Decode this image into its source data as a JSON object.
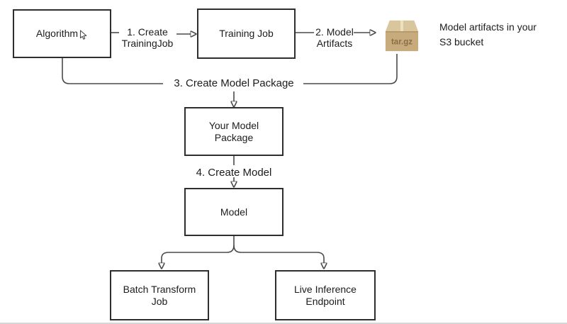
{
  "diagram": {
    "nodes": [
      {
        "id": "algorithm",
        "label": "Algorithm"
      },
      {
        "id": "training-job",
        "label": "Training Job"
      },
      {
        "id": "your-model-package",
        "label": "Your Model Package"
      },
      {
        "id": "model",
        "label": "Model"
      },
      {
        "id": "batch-transform-job",
        "label": "Batch Transform Job"
      },
      {
        "id": "live-inference-endpoint",
        "label": "Live Inference Endpoint"
      }
    ],
    "edge_labels": [
      {
        "id": "create-training-job",
        "label": "1. Create TrainingJob"
      },
      {
        "id": "model-artifacts",
        "label": "2. Model Artifacts"
      },
      {
        "id": "create-model-package",
        "label": "3. Create Model Package"
      },
      {
        "id": "create-model",
        "label": "4. Create Model"
      }
    ],
    "artifact": {
      "icon_label": "tar.gz",
      "note": "Model artifacts in your S3 bucket"
    },
    "colors": {
      "line": "#4a4a4a",
      "box-border": "#2e2e2e",
      "text": "#1c1c1c",
      "carton-top": "#d9c69c",
      "carton-front": "#c8ab7c",
      "carton-tape": "#ece0c2",
      "carton-label": "#8a7049",
      "carton-edge": "#ab8f60"
    }
  }
}
